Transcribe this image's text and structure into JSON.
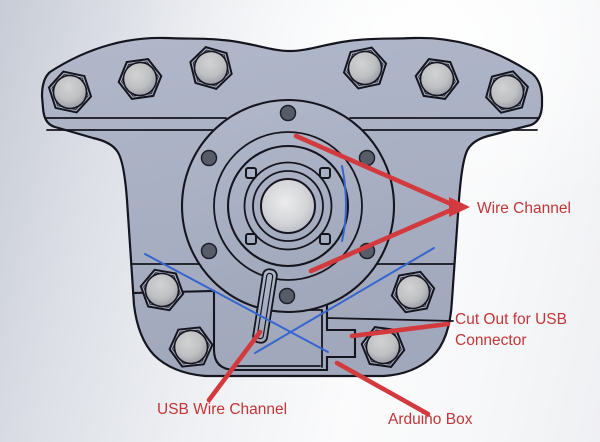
{
  "diagram": {
    "title": "CAD part annotated diagram",
    "annotations": [
      {
        "name": "wire-channel",
        "label": "Wire Channel"
      },
      {
        "name": "cut-out-usb",
        "label_line1": "Cut Out for USB",
        "label_line2": "Connector"
      },
      {
        "name": "usb-wire-channel",
        "label": "USB Wire Channel"
      },
      {
        "name": "arduino-box",
        "label": "Arduino Box"
      }
    ],
    "colors": {
      "annotation_red": "#d23a3e",
      "label_text_red": "#c23538",
      "sketch_line_blue": "#3565cf",
      "part_fill": "#a9afc2",
      "part_edge": "#15151f"
    }
  }
}
